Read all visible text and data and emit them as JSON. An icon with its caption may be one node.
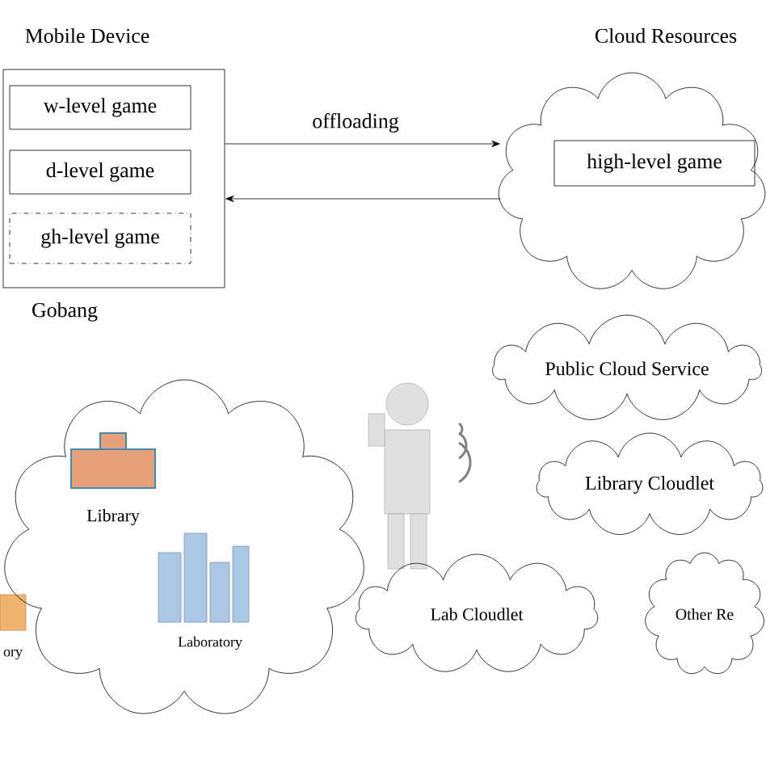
{
  "diagram": {
    "nodes": [
      {
        "text": [
          "Mobile Device",
          "Gobang"
        ]
      },
      {
        "text": [
          "w-level game"
        ],
        "in": 0
      },
      {
        "text": [
          "d-level game"
        ],
        "in": 0
      },
      {
        "text": [
          "gh-level game"
        ],
        "in": 0
      },
      {
        "text": [
          "Cloud Resources"
        ]
      },
      {
        "text": [
          "high-level game"
        ],
        "in": 4
      },
      {
        "text": [],
        "shape": "cloud"
      },
      {
        "text": [
          "Public Cloud Service"
        ]
      },
      {
        "text": [
          "Library Cloudlet"
        ]
      },
      {
        "text": [
          "Lab Cloudlet"
        ]
      },
      {
        "text": [
          "Other Re"
        ]
      }
    ],
    "edges": [
      {
        "from": 0,
        "to": 4,
        "arrow": "to",
        "label": "offloading"
      },
      {
        "from": 4,
        "to": 0,
        "arrow": "to"
      }
    ],
    "labels": [
      "Library",
      "Laboratory",
      "ory"
    ]
  }
}
